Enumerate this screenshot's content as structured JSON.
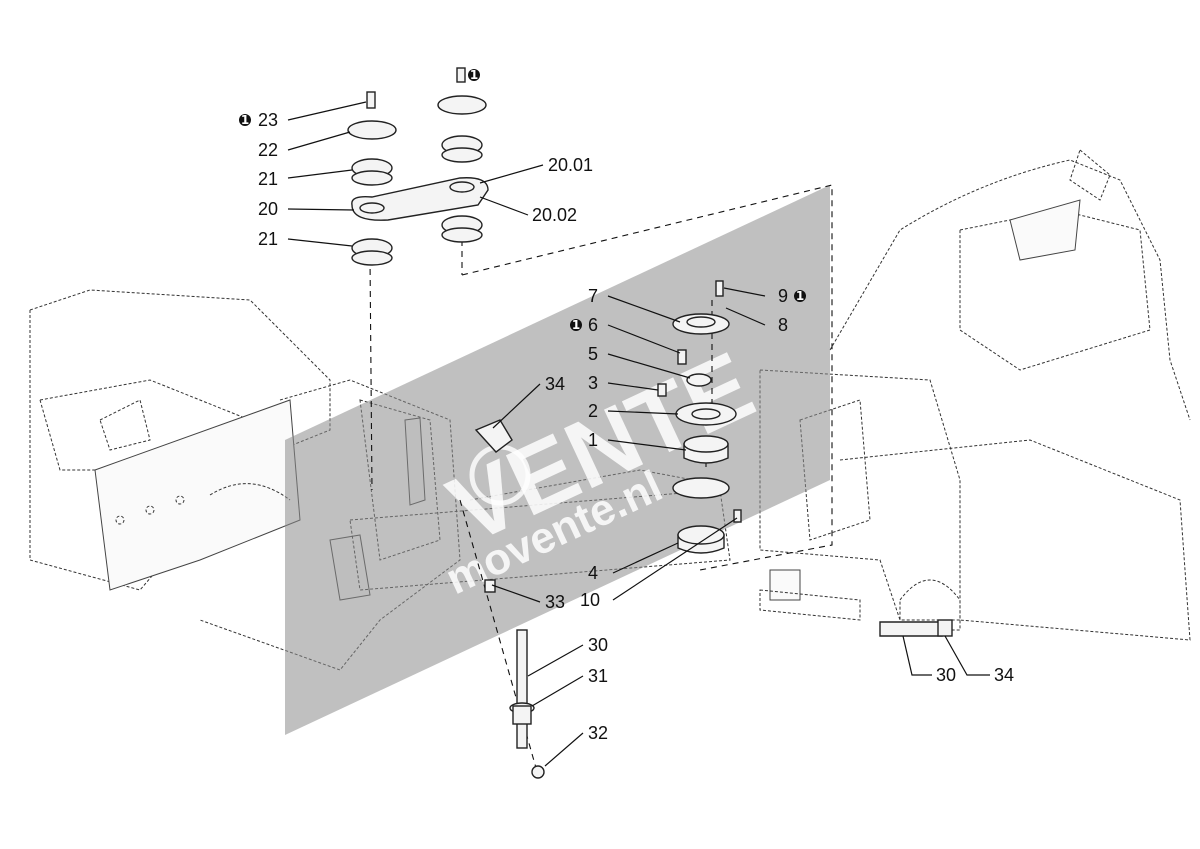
{
  "callouts": [
    {
      "id": "c-23",
      "text": "23",
      "note": true
    },
    {
      "id": "c-22",
      "text": "22"
    },
    {
      "id": "c-21a",
      "text": "21"
    },
    {
      "id": "c-20",
      "text": "20"
    },
    {
      "id": "c-21b",
      "text": "21"
    },
    {
      "id": "c-2001",
      "text": "20.01"
    },
    {
      "id": "c-2002",
      "text": "20.02"
    },
    {
      "id": "c-top",
      "text": "",
      "note": true
    },
    {
      "id": "c-7",
      "text": "7"
    },
    {
      "id": "c-6",
      "text": "6",
      "note": true
    },
    {
      "id": "c-5",
      "text": "5"
    },
    {
      "id": "c-3",
      "text": "3"
    },
    {
      "id": "c-2",
      "text": "2"
    },
    {
      "id": "c-1",
      "text": "1"
    },
    {
      "id": "c-9",
      "text": "9",
      "note": true
    },
    {
      "id": "c-8",
      "text": "8"
    },
    {
      "id": "c-34a",
      "text": "34"
    },
    {
      "id": "c-4",
      "text": "4"
    },
    {
      "id": "c-10",
      "text": "10"
    },
    {
      "id": "c-33",
      "text": "33"
    },
    {
      "id": "c-30a",
      "text": "30"
    },
    {
      "id": "c-31",
      "text": "31"
    },
    {
      "id": "c-32",
      "text": "32"
    },
    {
      "id": "c-30b",
      "text": "30"
    },
    {
      "id": "c-34b",
      "text": "34"
    }
  ],
  "note_symbol": "1",
  "watermark": {
    "line1": "VENTE",
    "line2": "movente.nl"
  }
}
